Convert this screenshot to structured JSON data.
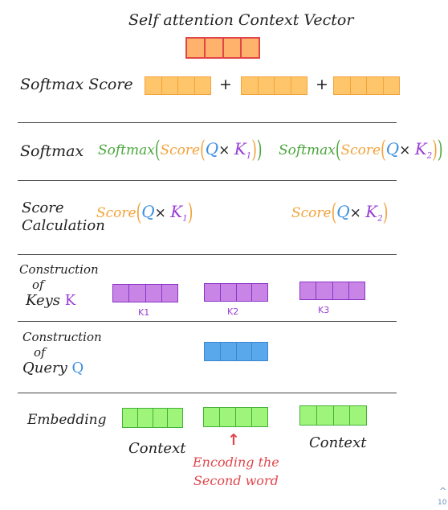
{
  "title": "Self attention Context Vector",
  "rows": {
    "softmax_score": {
      "label": "Softmax Score",
      "plus": "+"
    },
    "softmax": {
      "label": "Softmax",
      "expr1": {
        "fn": "Softmax",
        "score": "Score",
        "q": "Q",
        "x": "×",
        "k": "K",
        "sub": "1"
      },
      "expr2": {
        "fn": "Softmax",
        "score": "Score",
        "q": "Q",
        "x": "×",
        "k": "K",
        "sub": "2"
      }
    },
    "score_calc": {
      "label_line1": "Score",
      "label_line2": "Calculation",
      "expr1": {
        "score": "Score",
        "q": "Q",
        "x": "×",
        "k": "K",
        "sub": "1"
      },
      "expr2": {
        "score": "Score",
        "q": "Q",
        "x": "×",
        "k": "K",
        "sub": "2"
      }
    },
    "keys": {
      "label_line1": "Construction",
      "label_line2": "of",
      "label_line3": "Keys",
      "symbol": "K",
      "captions": [
        "K1",
        "K2",
        "K3"
      ]
    },
    "query": {
      "label_line1": "Construction",
      "label_line2": "of",
      "label_line3": "Query",
      "symbol": "Q"
    },
    "embedding": {
      "label": "Embedding",
      "context_left": "Context",
      "context_right": "Context",
      "arrow": "↑",
      "note_line1": "Encoding the",
      "note_line2": "Second word"
    }
  },
  "colors": {
    "orange": "#ffc56b",
    "purple": "#c985e6",
    "blue": "#5aa8ec",
    "green": "#9ef57a",
    "red": "#e0474c"
  },
  "corner": {
    "chevron": "^",
    "page": "10"
  }
}
